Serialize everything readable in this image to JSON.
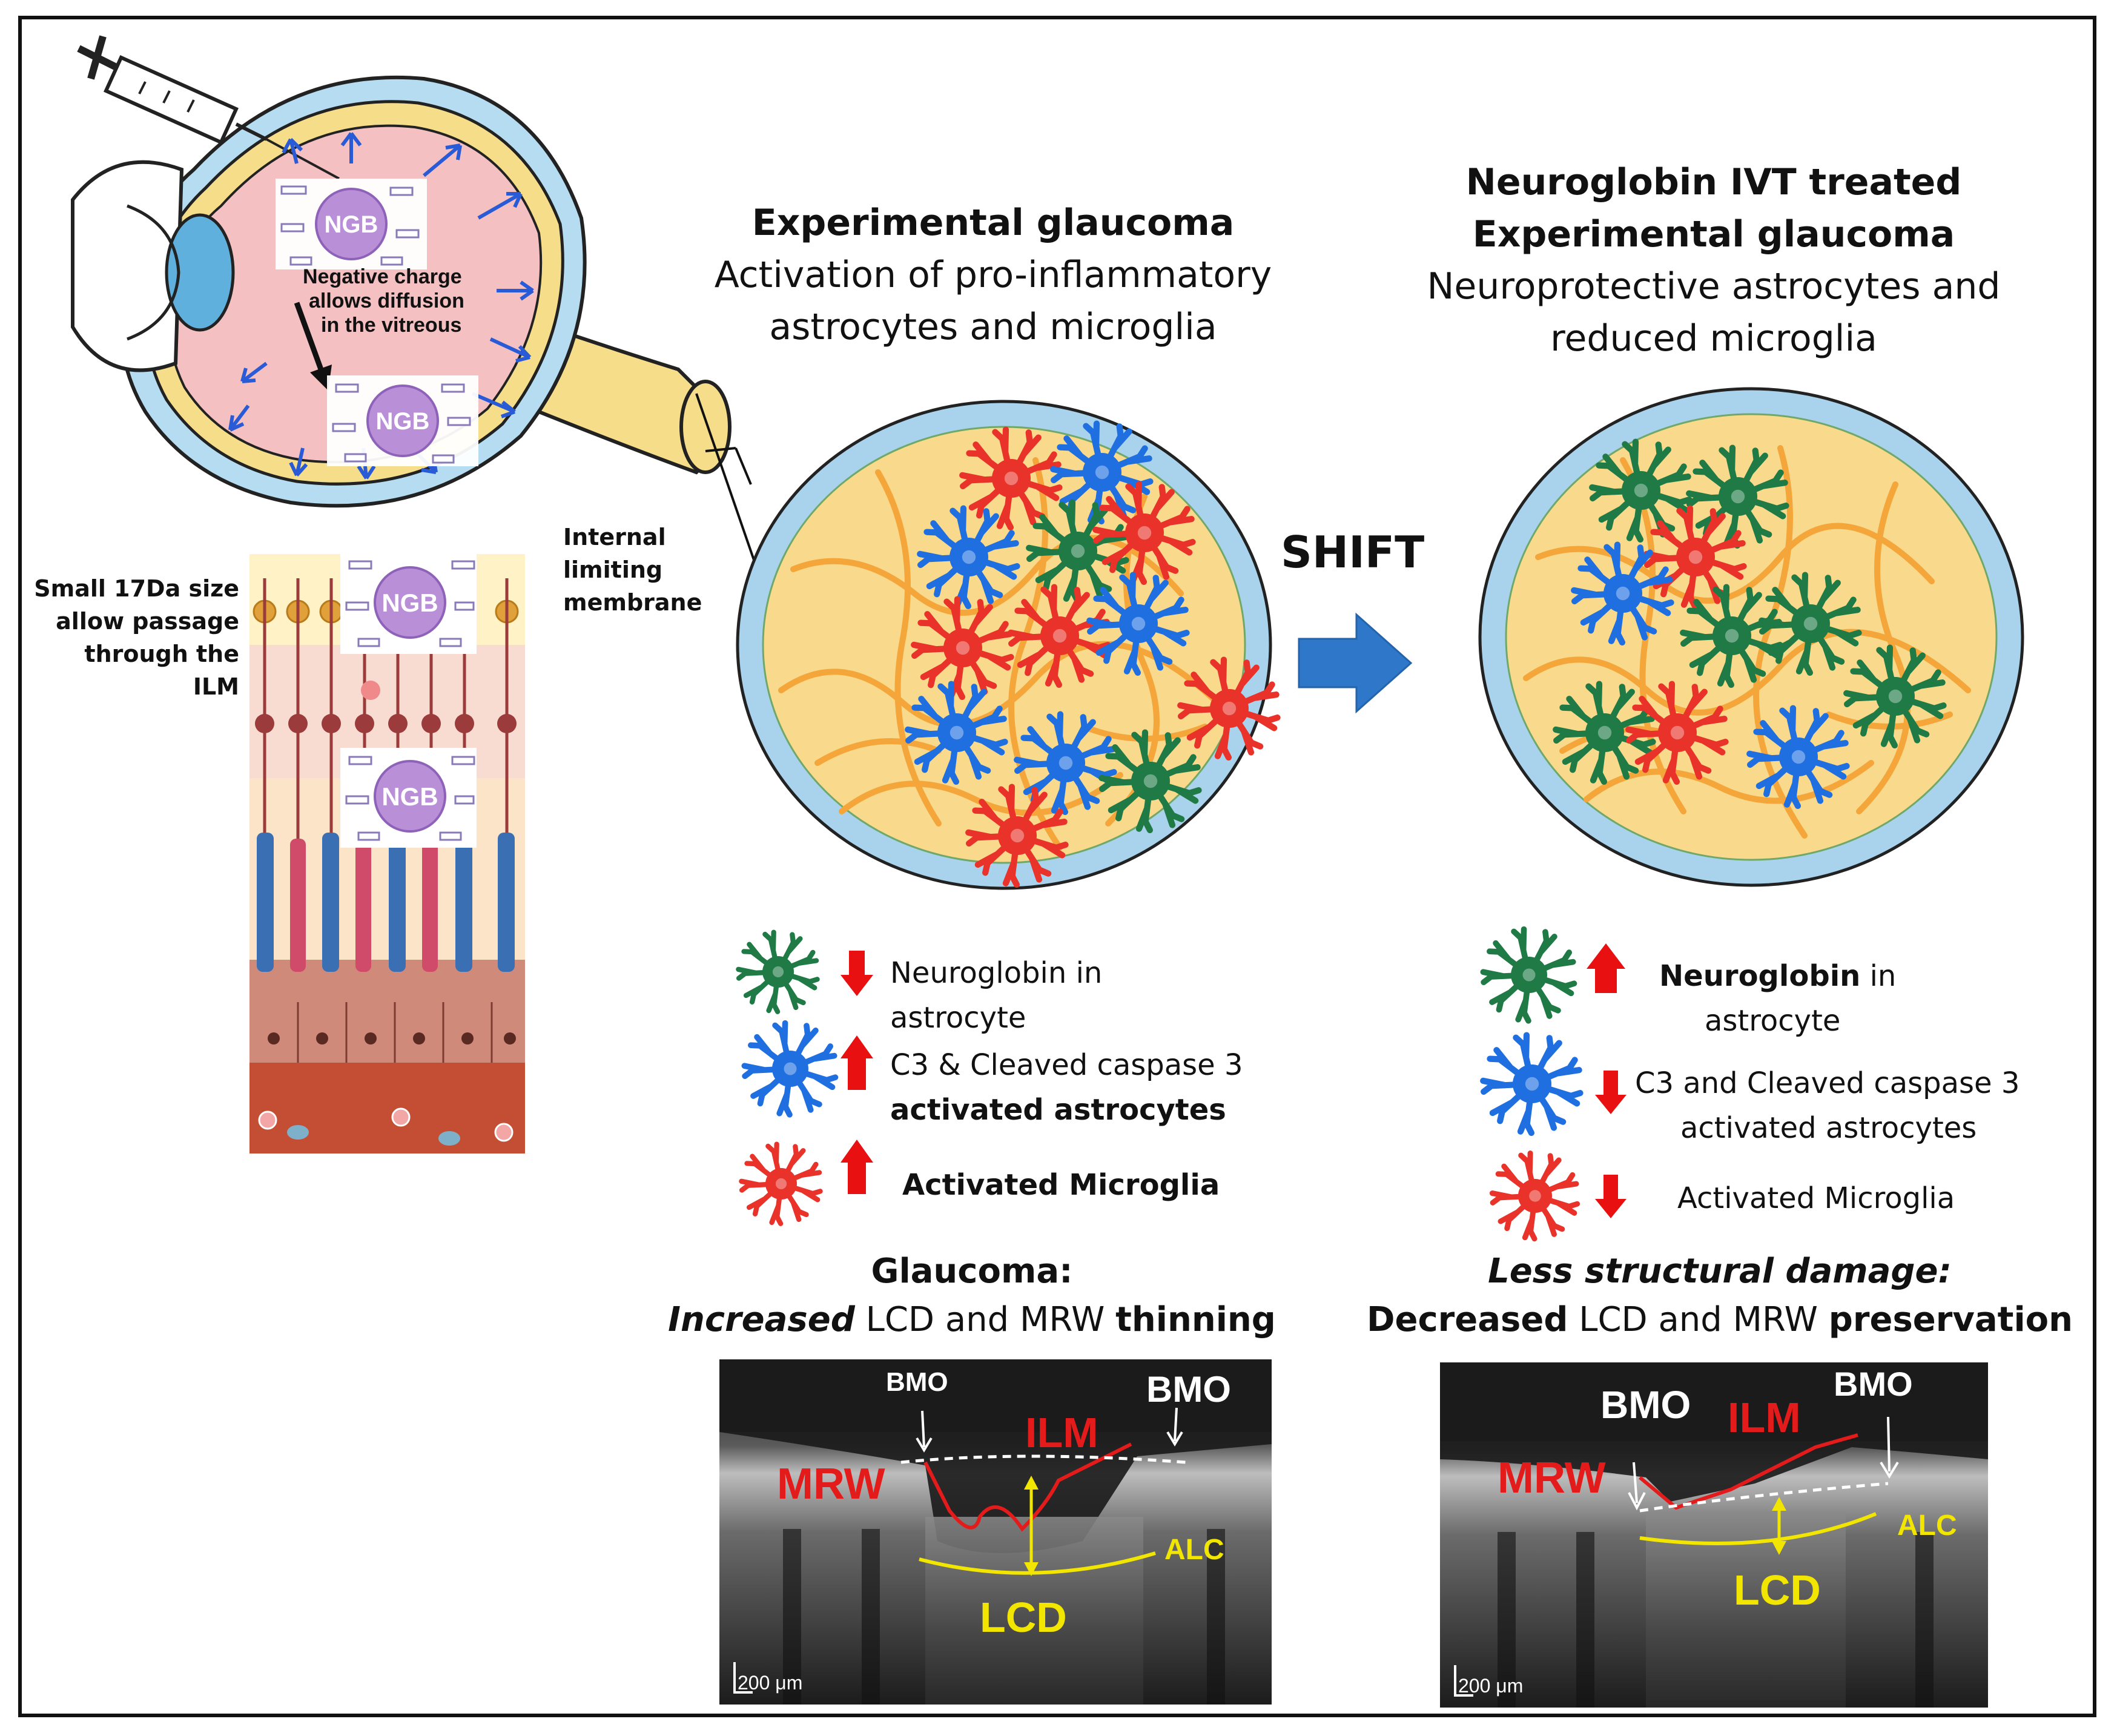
{
  "eye": {
    "ngb_label": "NGB",
    "diffusion_text": [
      "Negative charge",
      "allows diffusion",
      "in the vitreous"
    ]
  },
  "retina": {
    "passage_text": [
      "Small 17Da size",
      "allow passage",
      "through the",
      "ILM"
    ],
    "ilm_text": [
      "Internal",
      "limiting",
      "membrane"
    ],
    "ngb_label": "NGB"
  },
  "glaucoma": {
    "title": "Experimental glaucoma",
    "subtitle_1": "Activation of pro-inflammatory",
    "subtitle_2": "astrocytes and microglia"
  },
  "treated": {
    "title_1": "Neuroglobin IVT treated",
    "title_2": "Experimental glaucoma",
    "subtitle_1": "Neuroprotective astrocytes and",
    "subtitle_2": "reduced microglia"
  },
  "shift_label": "SHIFT",
  "legend_left": {
    "green_1": "Neuroglobin in",
    "green_2": "astrocyte",
    "blue_1": "C3 & Cleaved caspase 3",
    "blue_2": "activated astrocytes",
    "red": "Activated Microglia"
  },
  "legend_right": {
    "green_1a": "Neuroglobin",
    "green_1b": " in",
    "green_2": "astrocyte",
    "blue_1": "C3 and Cleaved caspase 3",
    "blue_2": "activated astrocytes",
    "red": "Activated Microglia"
  },
  "oct_left": {
    "heading": "Glaucoma:",
    "sub_a": "Increased",
    "sub_b": " LCD and MRW ",
    "sub_c": "thinning",
    "labels": {
      "bmo_left": "BMO",
      "bmo_right": "BMO",
      "ilm": "ILM",
      "mrw": "MRW",
      "alc": "ALC",
      "lcd": "LCD",
      "scale": "200 μm"
    }
  },
  "oct_right": {
    "heading": "Less structural damage:",
    "sub_a": "Decreased",
    "sub_b": " LCD and  MRW ",
    "sub_c": "preservation",
    "labels": {
      "bmo_left": "BMO",
      "bmo_right": "BMO",
      "ilm": "ILM",
      "mrw": "MRW",
      "alc": "ALC",
      "lcd": "LCD",
      "scale": "200 μm"
    }
  },
  "colors": {
    "green_cell": "#1f7a45",
    "blue_cell": "#1f6fe0",
    "red_cell": "#e8322a",
    "arrow_red": "#e81010",
    "shift_arrow": "#2f77c9",
    "circle_outer": "#a9d3ec",
    "circle_inner": "#f9d98b",
    "eye_pink": "#f4c0c2",
    "eye_yellow": "#f6dd8a",
    "eye_blue": "#b5dcf0",
    "ngb_purple": "#b98fd8"
  }
}
